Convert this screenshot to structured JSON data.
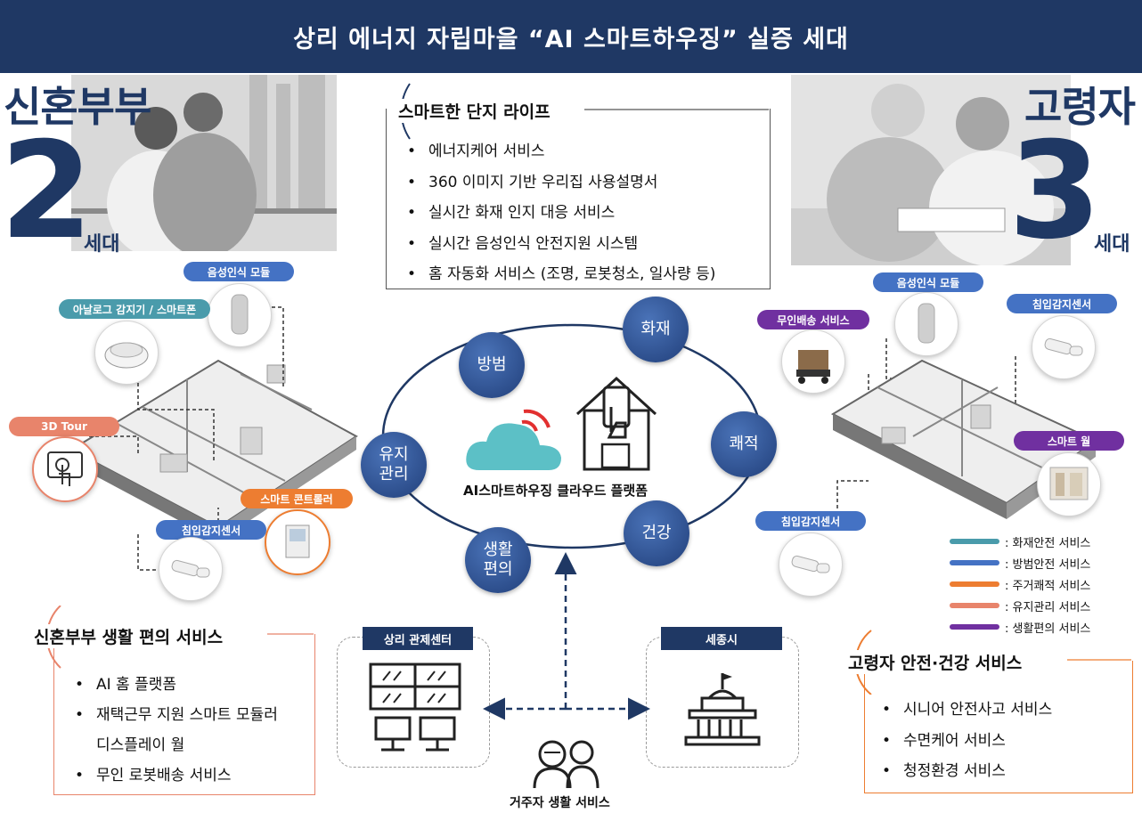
{
  "header": {
    "title": "상리 에너지 자립마을 “AI 스마트하우징” 실증 세대"
  },
  "left_group": {
    "title": "신혼부부",
    "number": "2",
    "unit": "세대"
  },
  "right_group": {
    "title": "고령자",
    "number": "3",
    "unit": "세대"
  },
  "smart_life": {
    "title": "스마트한 단지 라이프",
    "items": [
      "에너지케어 서비스",
      "360 이미지 기반 우리집 사용설명서",
      "실시간 화재 인지 대응 서비스",
      "실시간 음성인식 안전지원 시스템",
      "홈 자동화 서비스 (조명, 로봇청소, 일사량 등)"
    ]
  },
  "left_labels": {
    "voice_module": "음성인식 모듈",
    "analog_sensor": "아날로그 감지기 / 스마트폰",
    "tour_3d": "3D Tour",
    "smart_controller": "스마트 콘트롤러",
    "intrusion_sensor": "침입감지센서"
  },
  "right_labels": {
    "voice_module": "음성인식 모듈",
    "intrusion_sensor_top": "침입감지센서",
    "unmanned_delivery": "무인배송 서비스",
    "smart_wall": "스마트 월",
    "intrusion_sensor_bottom": "침입감지센서"
  },
  "cycle": {
    "nodes": {
      "fire": "화재",
      "crime": "방범",
      "comfort": "쾌적",
      "maintenance": "유지\n관리",
      "health": "건강",
      "living": "생활\n편의"
    },
    "platform_label": "AI스마트하우징 클라우드 플랫폼"
  },
  "newlywed_services": {
    "title": "신혼부부 생활 편의 서비스",
    "items": [
      "AI 홈 플랫폼",
      "재택근무 지원 스마트 모듈러",
      "무인 로봇배송 서비스"
    ],
    "item2_continuation": "디스플레이 월"
  },
  "control_center": {
    "label": "상리 관제센터"
  },
  "city": {
    "label": "세종시"
  },
  "residents": {
    "label": "거주자 생활 서비스"
  },
  "elderly_services": {
    "title": "고령자 안전·건강 서비스",
    "items": [
      "시니어 안전사고 서비스",
      "수면케어 서비스",
      "청정환경 서비스"
    ]
  },
  "legend": {
    "items": [
      {
        "label": ": 화재안전 서비스",
        "color": "#4a9bab"
      },
      {
        "label": ": 방범안전 서비스",
        "color": "#4472c4"
      },
      {
        "label": ": 주거쾌적 서비스",
        "color": "#ed7d31"
      },
      {
        "label": ": 유지관리 서비스",
        "color": "#e8846b"
      },
      {
        "label": ": 생활편의 서비스",
        "color": "#7030a0"
      }
    ]
  },
  "colors": {
    "navy": "#1f3864",
    "teal": "#4a9bab",
    "blue": "#4472c4",
    "orange": "#ed7d31",
    "salmon": "#e8846b",
    "purple": "#7030a0"
  }
}
